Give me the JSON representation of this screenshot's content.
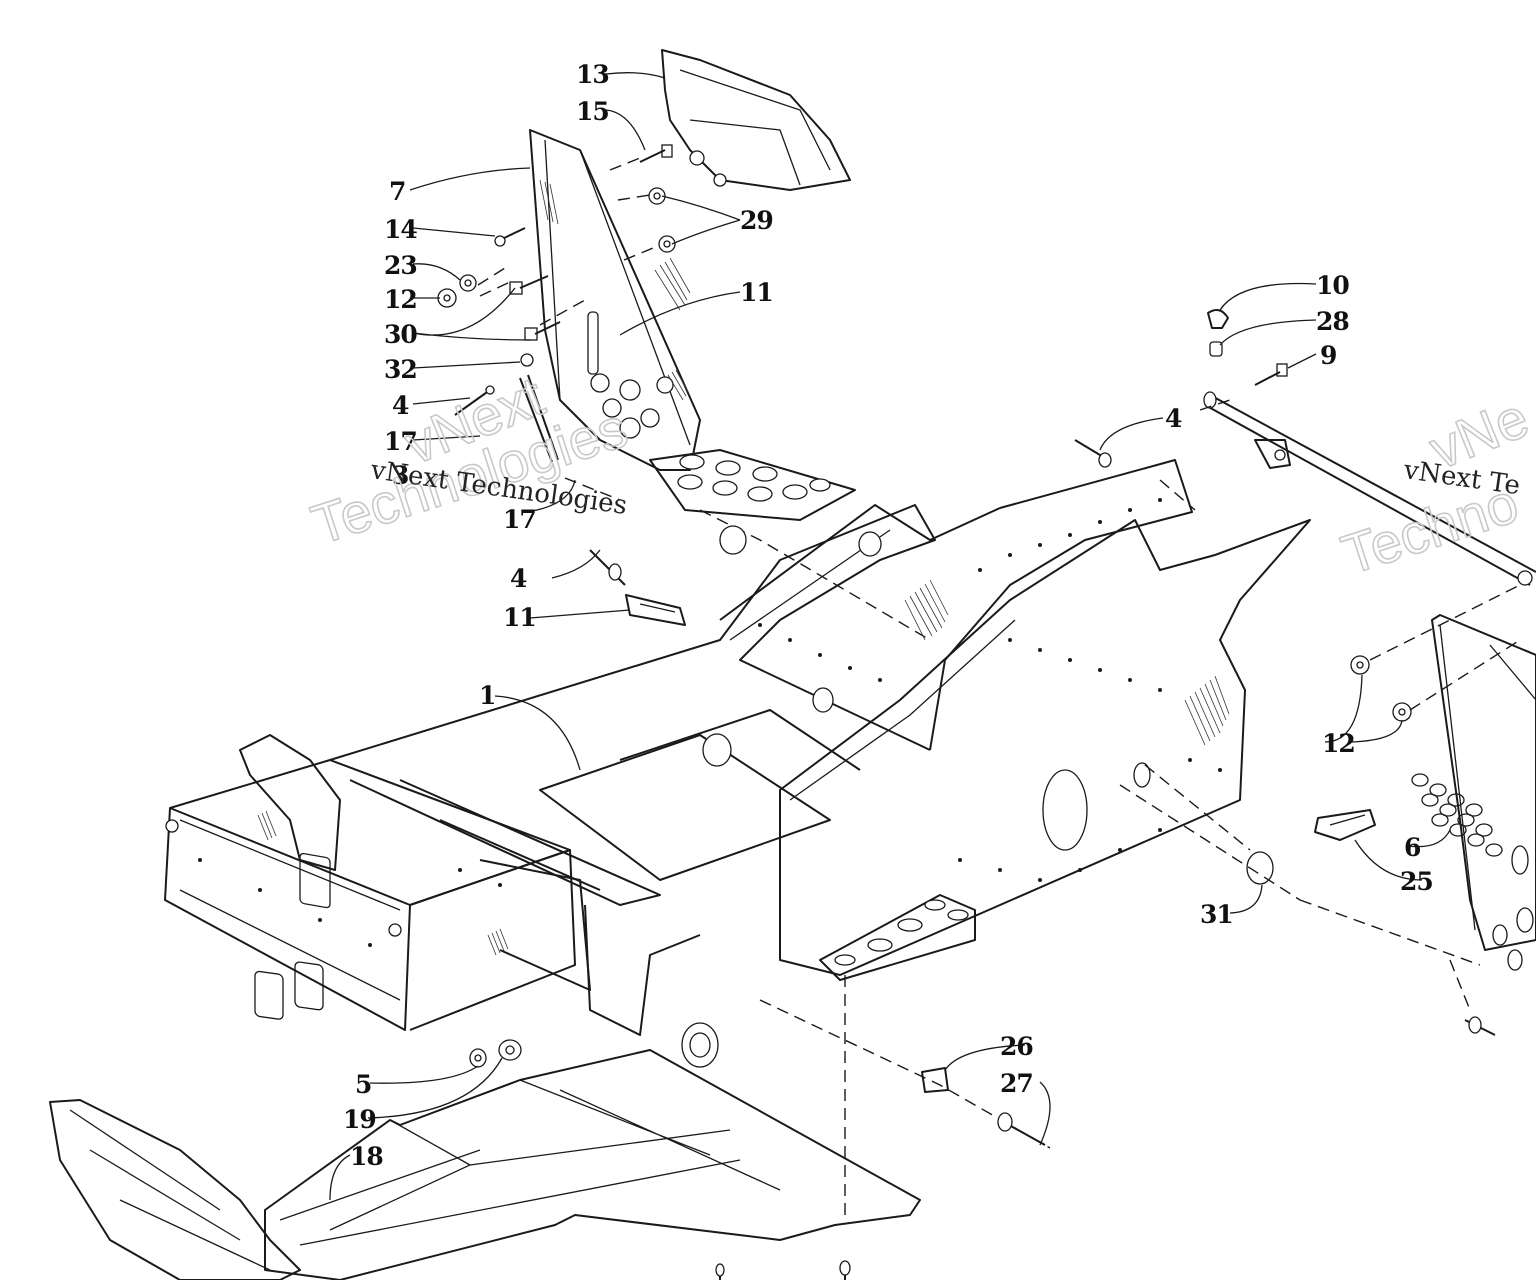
{
  "watermark": {
    "line1": "vNext Technologies",
    "line2": "Technologies",
    "small_left": "vNext Technologies",
    "small_right": "vNext Te",
    "big_left_1": "vNext",
    "big_left_2": "Technologies",
    "big_right_1": "vNe",
    "big_right_2": "Techno"
  },
  "callouts": [
    {
      "id": "c13",
      "label": "13"
    },
    {
      "id": "c15",
      "label": "15"
    },
    {
      "id": "c7",
      "label": "7"
    },
    {
      "id": "c14",
      "label": "14"
    },
    {
      "id": "c23",
      "label": "23"
    },
    {
      "id": "c12a",
      "label": "12"
    },
    {
      "id": "c30",
      "label": "30"
    },
    {
      "id": "c32",
      "label": "32"
    },
    {
      "id": "c4a",
      "label": "4"
    },
    {
      "id": "c17a",
      "label": "17"
    },
    {
      "id": "c3",
      "label": "3"
    },
    {
      "id": "c17b",
      "label": "17"
    },
    {
      "id": "c29",
      "label": "29"
    },
    {
      "id": "c11a",
      "label": "11"
    },
    {
      "id": "c4b",
      "label": "4"
    },
    {
      "id": "c11b",
      "label": "11"
    },
    {
      "id": "c1",
      "label": "1"
    },
    {
      "id": "c4c",
      "label": "4"
    },
    {
      "id": "c10",
      "label": "10"
    },
    {
      "id": "c28",
      "label": "28"
    },
    {
      "id": "c9",
      "label": "9"
    },
    {
      "id": "c12b",
      "label": "12"
    },
    {
      "id": "c6",
      "label": "6"
    },
    {
      "id": "c25",
      "label": "25"
    },
    {
      "id": "c31",
      "label": "31"
    },
    {
      "id": "c5",
      "label": "5"
    },
    {
      "id": "c19",
      "label": "19"
    },
    {
      "id": "c26",
      "label": "26"
    },
    {
      "id": "c27",
      "label": "27"
    },
    {
      "id": "c18",
      "label": "18"
    }
  ]
}
